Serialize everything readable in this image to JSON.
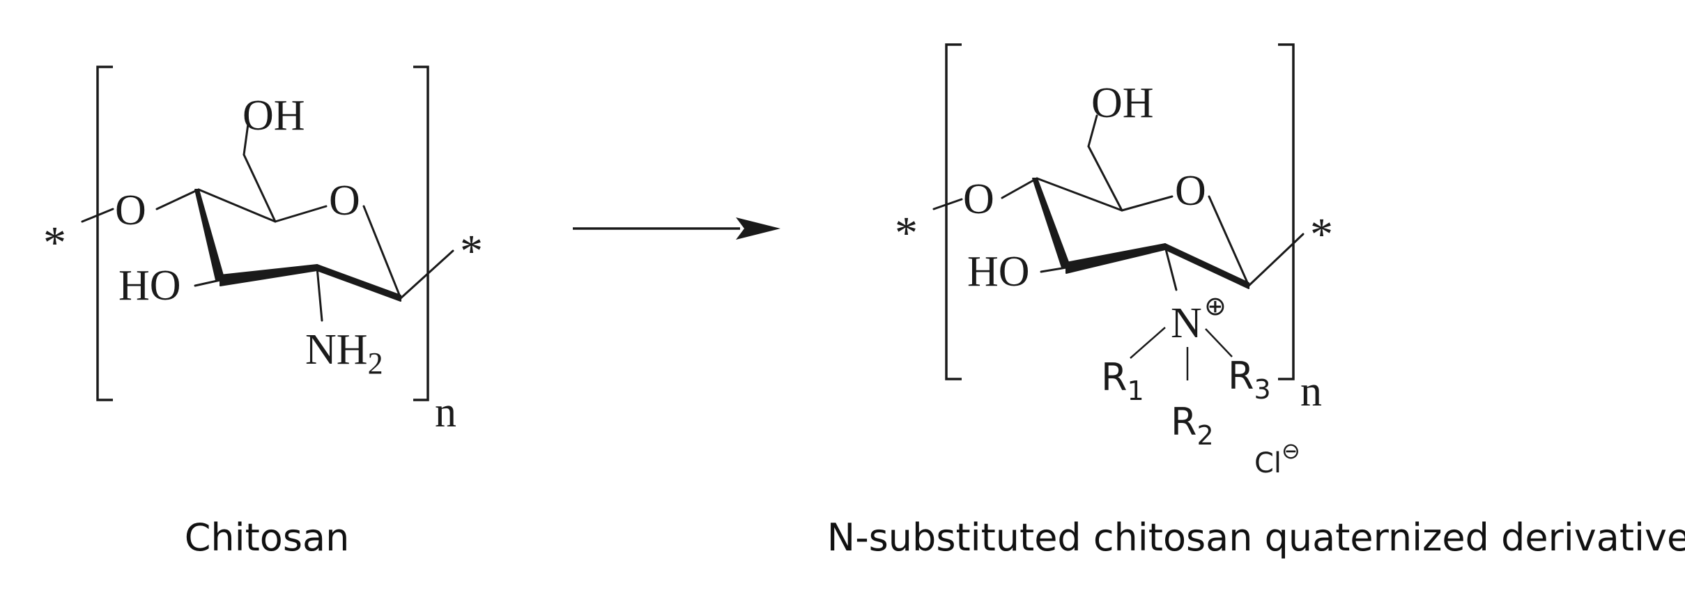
{
  "chitosan": {
    "caption": "Chitosan",
    "hydroxymethyl": "OH",
    "ring_oxygen": "O",
    "linkage_oxygen": "O",
    "hydroxyl": "HO",
    "amine_n": "NH",
    "amine_sub": "2",
    "end_left": "*",
    "end_right": "*",
    "repeat_n": "n"
  },
  "derivative": {
    "caption": "N-substituted chitosan quaternized derivative",
    "hydroxymethyl": "OH",
    "ring_oxygen": "O",
    "linkage_oxygen": "O",
    "hydroxyl": "HO",
    "nitrogen": "N",
    "charge_plus": "⊕",
    "r1": "R",
    "r1_sub": "1",
    "r2": "R",
    "r2_sub": "2",
    "r3": "R",
    "r3_sub": "3",
    "counterion": "Cl",
    "charge_minus": "⊖",
    "end_left": "*",
    "end_right": "*",
    "repeat_n": "n"
  }
}
